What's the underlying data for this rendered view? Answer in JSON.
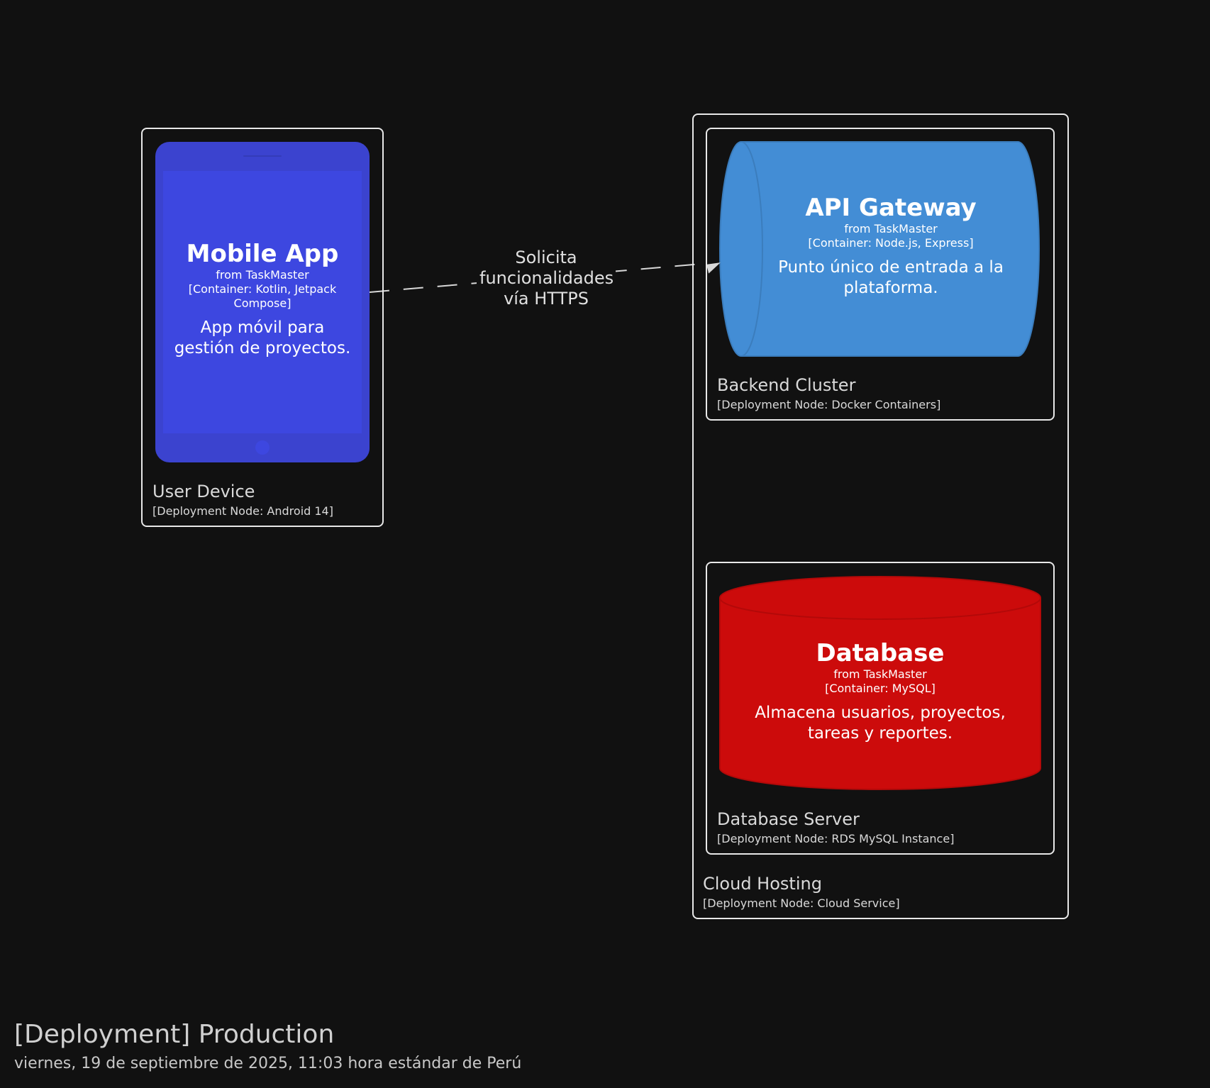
{
  "diagram": {
    "title": "[Deployment] Production",
    "date": "viernes, 19 de septiembre de 2025, 11:03 hora estándar de Perú"
  },
  "nodes": {
    "user_device": {
      "label": "User Device",
      "tech": "[Deployment Node: Android 14]"
    },
    "cloud_hosting": {
      "label": "Cloud Hosting",
      "tech": "[Deployment Node: Cloud Service]"
    },
    "backend_cluster": {
      "label": "Backend Cluster",
      "tech": "[Deployment Node: Docker Containers]"
    },
    "database_server": {
      "label": "Database Server",
      "tech": "[Deployment Node: RDS MySQL Instance]"
    }
  },
  "elements": {
    "mobile_app": {
      "name": "Mobile App",
      "from": "from TaskMaster",
      "tech": "[Container: Kotlin, Jetpack Compose]",
      "desc": "App móvil para gestión de proyectos.",
      "color": "#3d47e0",
      "shape": "mobile-device"
    },
    "api_gateway": {
      "name": "API Gateway",
      "from": "from TaskMaster",
      "tech": "[Container: Node.js, Express]",
      "desc": "Punto único de entrada a la plataforma.",
      "color": "#438dd5",
      "shape": "pipe"
    },
    "database": {
      "name": "Database",
      "from": "from TaskMaster",
      "tech": "[Container: MySQL]",
      "desc": "Almacena usuarios, proyectos, tareas y reportes.",
      "color": "#cc0b0b",
      "shape": "cylinder"
    }
  },
  "relationships": [
    {
      "from": "Mobile App",
      "to": "API Gateway",
      "label": "Solicita funcionalidades vía HTTPS",
      "style": "dashed"
    }
  ],
  "colors": {
    "background": "#111111",
    "border": "#e8e8e8"
  }
}
